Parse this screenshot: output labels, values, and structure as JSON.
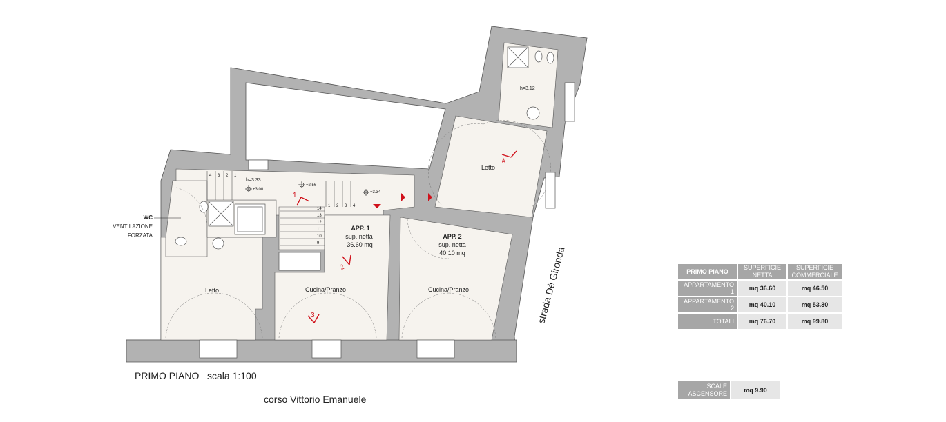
{
  "plan": {
    "heights": {
      "h1": "h=3.33",
      "h2": "h=3.12",
      "lvl1": "+3.00",
      "lvl2": "+2.56",
      "lvl3": "+3.34"
    },
    "rooms": {
      "letto_left": "Letto",
      "cucina_1": "Cucina/Pranzo",
      "cucina_2": "Cucina/Pranzo",
      "letto_right": "Letto"
    },
    "wc_note": [
      "WC",
      "VENTILAZIONE",
      "FORZATA"
    ],
    "app1": {
      "name": "APP. 1",
      "sup": "sup. netta",
      "area": "36.60 mq"
    },
    "app2": {
      "name": "APP. 2",
      "sup": "sup. netta",
      "area": "40.10 mq"
    },
    "photo_markers": [
      "1",
      "2",
      "3",
      "4"
    ],
    "stair_steps_top": [
      "4",
      "3",
      "2",
      "1"
    ],
    "stair_steps_side": [
      "14",
      "13",
      "12",
      "11",
      "10",
      "9"
    ],
    "stair_steps_mid": [
      "1",
      "2",
      "3",
      "4"
    ],
    "street_side": "strada Dè Gironda",
    "colors": {
      "wall": "#b2b2b2",
      "floor": "#f6f3ee",
      "marker": "#d0111b"
    }
  },
  "captions": {
    "floor_title": "PRIMO PIANO   scala 1:100",
    "street_bottom": "corso Vittorio Emanuele"
  },
  "table": {
    "headers": [
      "PRIMO PIANO",
      "SUPERFICIE NETTA",
      "SUPERFICIE COMMERCIALE"
    ],
    "rows": [
      {
        "label": "APPARTAMENTO 1",
        "netta": "mq 36.60",
        "commerciale": "mq 46.50"
      },
      {
        "label": "APPARTAMENTO 2",
        "netta": "mq 40.10",
        "commerciale": "mq 53.30"
      },
      {
        "label": "TOTALI",
        "netta": "mq 76.70",
        "commerciale": "mq 99.80"
      }
    ]
  },
  "table2": {
    "label": "SCALE ASCENSORE",
    "value": "mq 9.90"
  }
}
